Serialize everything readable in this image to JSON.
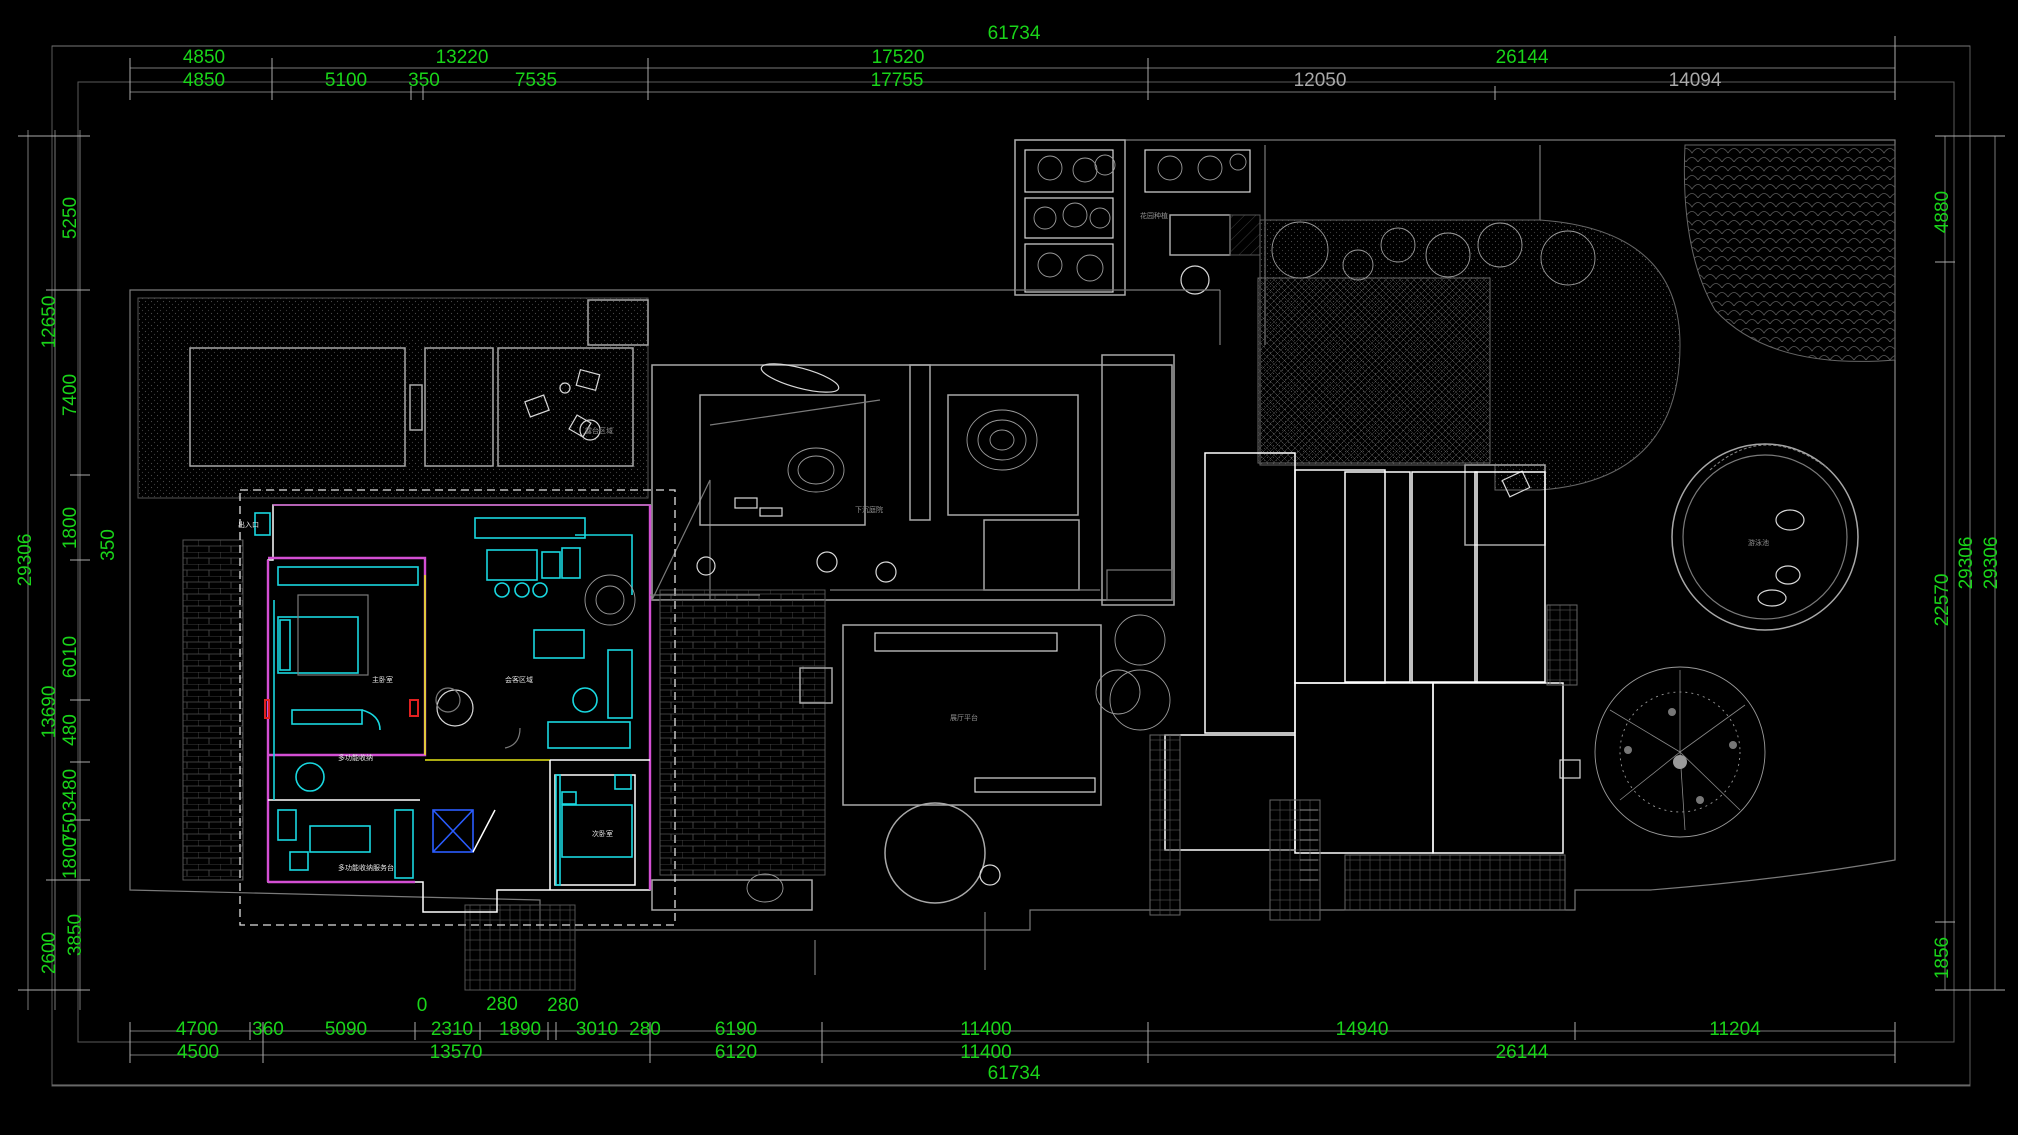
{
  "drawing": {
    "type": "CAD site floor plan",
    "background": "#000000",
    "colors": {
      "dimension": "#19d419",
      "dimension_muted": "#a9a9a9",
      "linework": "#cfcfcf",
      "highlight_furniture": "#19d8e0",
      "highlight_wall": "#d44fd4",
      "door": "#e6e619",
      "stair": "#2a5cff",
      "marker": "#e02020"
    }
  },
  "dims": {
    "top_overall": "61734",
    "top_row1": [
      "4850",
      "13220",
      "17520",
      "26144"
    ],
    "top_row2": [
      "4850",
      "5100",
      "350",
      "7535",
      "17755"
    ],
    "top_row2_muted": [
      "12050",
      "14094"
    ],
    "bottom_row1": [
      "4700",
      "360",
      "5090",
      "2310",
      "1890",
      "3010",
      "280",
      "6190",
      "11400",
      "14940",
      "11204"
    ],
    "bottom_extra": [
      "0",
      "280",
      "280"
    ],
    "bottom_row2": [
      "4500",
      "13570",
      "6120",
      "11400",
      "26144"
    ],
    "bottom_overall": "61734",
    "left_outer": "29306",
    "left_mid": [
      "12650",
      "13690",
      "3850"
    ],
    "left_inner": [
      "5250",
      "7400",
      "1800",
      "350",
      "6010",
      "480",
      "3480",
      "750",
      "1800",
      "2600"
    ],
    "right_outer": "29306",
    "right_mid": "29306",
    "right_inner": [
      "4880",
      "22570",
      "1856"
    ]
  },
  "labels": {
    "room_bedroom_main": "主卧室",
    "room_living": "会客区域",
    "room_bathroom": "多功能收纳",
    "room_service": "多功能收纳服务台",
    "room_guest": "次卧室",
    "room_entry": "出入口",
    "area_terrace": "露台区域",
    "area_courtyard": "下沉庭院",
    "area_pool": "游泳池",
    "area_hall": "展厅平台",
    "area_plant": "花园种植"
  }
}
